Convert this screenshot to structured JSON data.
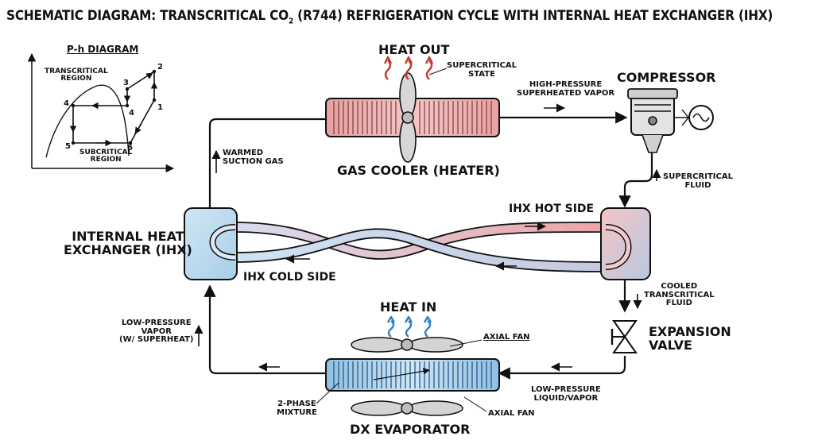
{
  "title": {
    "before": "SCHEMATIC DIAGRAM: TRANSCRITICAL CO",
    "sub": "2",
    "after": " (R744) REFRIGERATION CYCLE WITH INTERNAL HEAT EXCHANGER (IHX)"
  },
  "ph_diagram": {
    "title": "P-h DIAGRAM",
    "transcritical_region": [
      "TRANSCRITICAL",
      "REGION"
    ],
    "subcritical_region": [
      "SUBCRITICAL",
      "REGION"
    ],
    "points": [
      "1",
      "2",
      "3",
      "4",
      "4",
      "5",
      "6"
    ]
  },
  "gas_cooler": {
    "heat_out": "HEAT OUT",
    "state": [
      "SUPERCRITICAL",
      "STATE"
    ],
    "name": "GAS COOLER (HEATER)"
  },
  "compressor": {
    "name": "COMPRESSOR",
    "discharge": [
      "HIGH-PRESSURE",
      "SUPERHEATED VAPOR"
    ]
  },
  "ihx": {
    "name": [
      "INTERNAL HEAT",
      "EXCHANGER (IHX)"
    ],
    "hot_side": "IHX HOT SIDE",
    "cold_side": "IHX COLD SIDE"
  },
  "flows": {
    "warmed_suction": [
      "WARMED",
      "SUCTION GAS"
    ],
    "supercritical_fluid": [
      "SUPERCRITICAL",
      "FLUID"
    ],
    "cooled_fluid": [
      "COOLED",
      "TRANSCRITICAL",
      "FLUID"
    ],
    "low_pressure_vapor": [
      "LOW-PRESSURE",
      "VAPOR",
      "(W/ SUPERHEAT)"
    ],
    "low_pressure_liquid": [
      "LOW-PRESSURE",
      "LIQUID/VAPOR"
    ]
  },
  "expansion_valve": [
    "EXPANSION",
    "VALVE"
  ],
  "evaporator": {
    "heat_in": "HEAT IN",
    "fan_top": "AXIAL FAN",
    "fan_bottom": "AXIAL FAN",
    "mixture": [
      "2-PHASE",
      "MIXTURE"
    ],
    "name": "DX EVAPORATOR"
  },
  "colors": {
    "heat_out": "#c0392b",
    "heat_in": "#2e7fbf",
    "hot": "#e99a9a",
    "cold": "#a9cfe8"
  }
}
